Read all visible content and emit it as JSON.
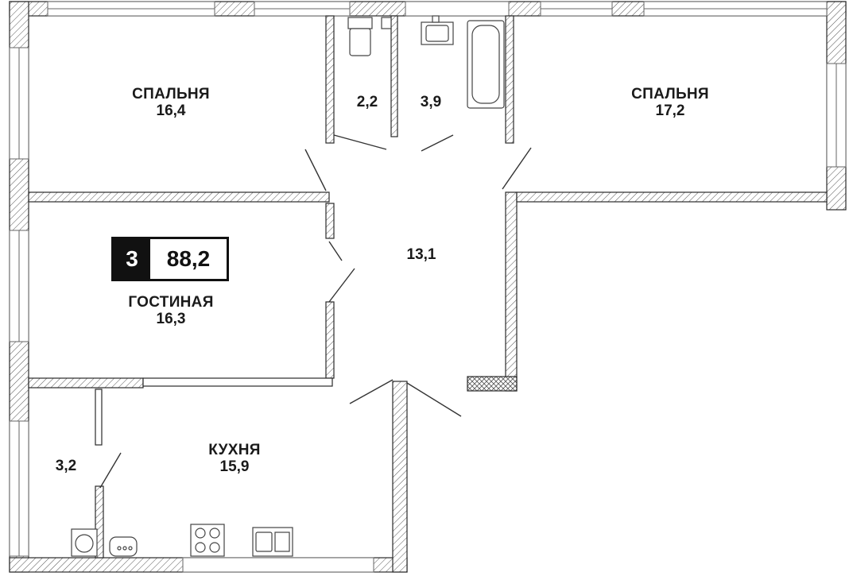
{
  "badge": {
    "rooms": "3",
    "total_area": "88,2"
  },
  "rooms": {
    "bedroom_left": {
      "name": "СПАЛЬНЯ",
      "area": "16,4"
    },
    "wc": {
      "area": "2,2"
    },
    "bathroom": {
      "area": "3,9"
    },
    "bedroom_right": {
      "name": "СПАЛЬНЯ",
      "area": "17,2"
    },
    "hall": {
      "area": "13,1"
    },
    "living": {
      "name": "ГОСТИНАЯ",
      "area": "16,3"
    },
    "kitchen": {
      "name": "КУХНЯ",
      "area": "15,9"
    },
    "storage": {
      "area": "3,2"
    }
  },
  "colors": {
    "wall": "#ffffff",
    "wall_line": "#2a2a2a",
    "hatch": "#555555",
    "text": "#1a1a1a",
    "badge_dark": "#111111"
  },
  "icons": [
    "toilet-icon",
    "sink-icon",
    "bathtub-icon",
    "washing-machine-icon",
    "boiler-icon",
    "stove-icon",
    "kitchen-sink-icon"
  ]
}
